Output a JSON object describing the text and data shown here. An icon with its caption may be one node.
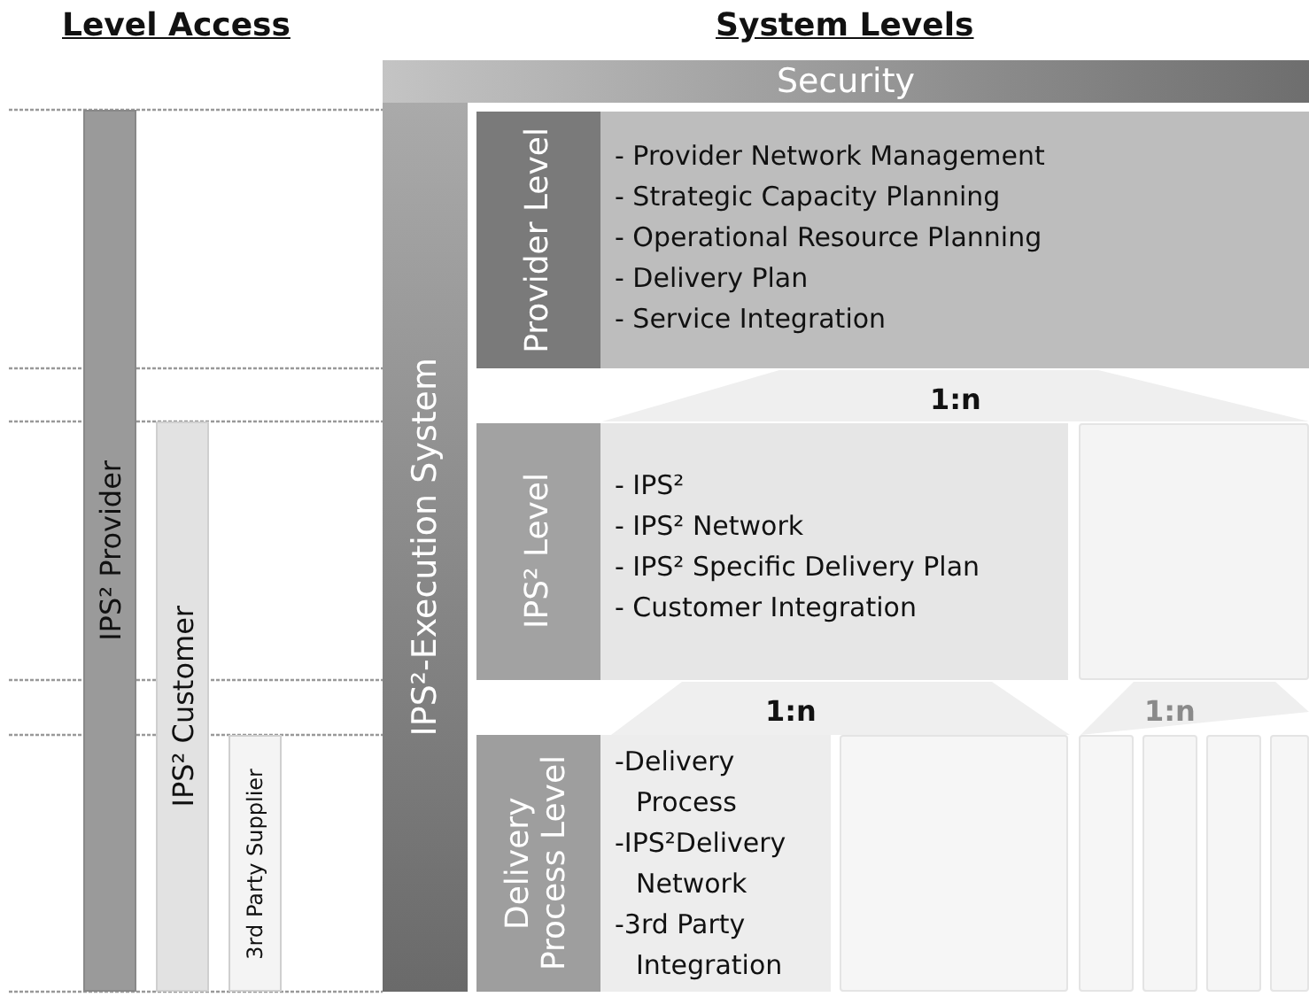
{
  "diagram": {
    "nodes": [
      {
        "text": [
          "Security"
        ]
      },
      {
        "text": [
          "IPS²-Execution System"
        ]
      },
      {
        "text": [
          "IPS² Provider"
        ]
      },
      {
        "text": [
          "IPS² Customer"
        ]
      },
      {
        "text": [
          "3rd Party Supplier"
        ]
      },
      {
        "text": [
          "Provider Level",
          "- Provider Network Management",
          "- Strategic Capacity Planning",
          "- Operational Resource Planning",
          "- Delivery Plan",
          "- Service Integration"
        ]
      },
      {
        "text": [
          "IPS² Level",
          "- IPS²",
          "- IPS² Network",
          "- IPS² Specific Delivery Plan",
          "- Customer Integration"
        ]
      },
      {
        "text": [],
        "shape": "box"
      },
      {
        "text": [
          "Delivery Process Level",
          "-Delivery Process",
          "-IPS²Delivery Network",
          "-3rd Party Integration"
        ]
      },
      {
        "text": [],
        "shape": "box"
      },
      {
        "text": [],
        "shape": "box"
      },
      {
        "text": [],
        "shape": "box"
      },
      {
        "text": [],
        "shape": "box"
      },
      {
        "text": [],
        "shape": "box"
      }
    ],
    "labels": [
      "Level Access",
      "System Levels",
      "1:n",
      "1:n",
      "1:n"
    ]
  }
}
